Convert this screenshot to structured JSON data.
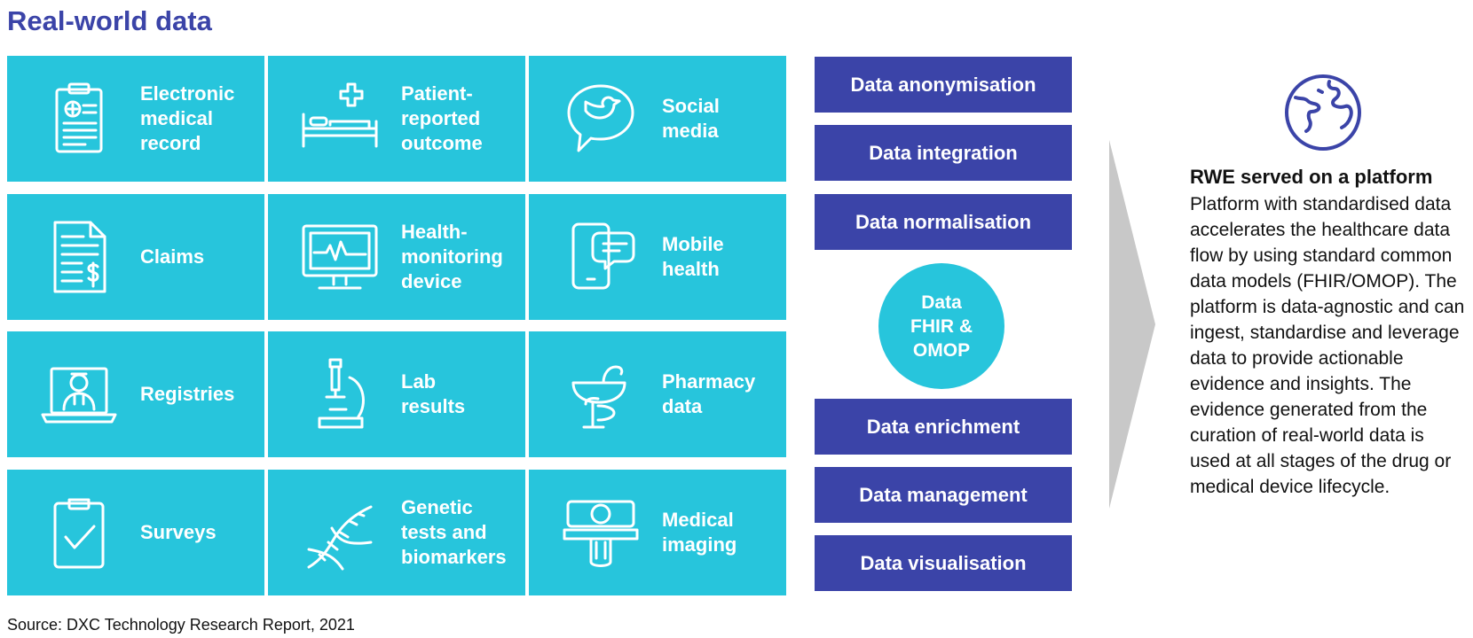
{
  "title": "Real-world data",
  "sources": [
    {
      "label": "Electronic\nmedical\nrecord",
      "icon": "clipboard-medical-icon"
    },
    {
      "label": "Patient-\nreported\noutcome",
      "icon": "hospital-bed-icon"
    },
    {
      "label": "Social\nmedia",
      "icon": "social-bird-bubble-icon"
    },
    {
      "label": "Claims",
      "icon": "invoice-dollar-icon"
    },
    {
      "label": "Health-\nmonitoring\ndevice",
      "icon": "monitor-heartbeat-icon"
    },
    {
      "label": "Mobile\nhealth",
      "icon": "mobile-chat-icon"
    },
    {
      "label": "Registries",
      "icon": "laptop-doctor-icon"
    },
    {
      "label": "Lab\nresults",
      "icon": "microscope-icon"
    },
    {
      "label": "Pharmacy\ndata",
      "icon": "pharmacy-caduceus-icon"
    },
    {
      "label": "Surveys",
      "icon": "survey-check-icon"
    },
    {
      "label": "Genetic\ntests and\nbiomarkers",
      "icon": "dna-icon"
    },
    {
      "label": "Medical\nimaging",
      "icon": "mri-scanner-icon"
    }
  ],
  "steps_top": [
    "Data anonymisation",
    "Data integration",
    "Data normalisation"
  ],
  "hub": "Data\nFHIR &\nOMOP",
  "steps_bottom": [
    "Data enrichment",
    "Data management",
    "Data visualisation"
  ],
  "rwe": {
    "heading": "RWE served on a platform",
    "body": "Platform with standardised data accelerates the healthcare data flow by using standard common data models (FHIR/OMOP). The platform is data-agnostic and can ingest, standardise and leverage data to provide actionable evidence and insights. The evidence generated from the curation of real-world data is used at all stages of the drug or medical device lifecycle.",
    "icon": "globe-icon"
  },
  "source": "Source: DXC Technology Research Report, 2021",
  "colors": {
    "tile": "#27c5dc",
    "step": "#3b44a8",
    "title": "#3b44a8",
    "arrow": "#c8c8c8"
  }
}
